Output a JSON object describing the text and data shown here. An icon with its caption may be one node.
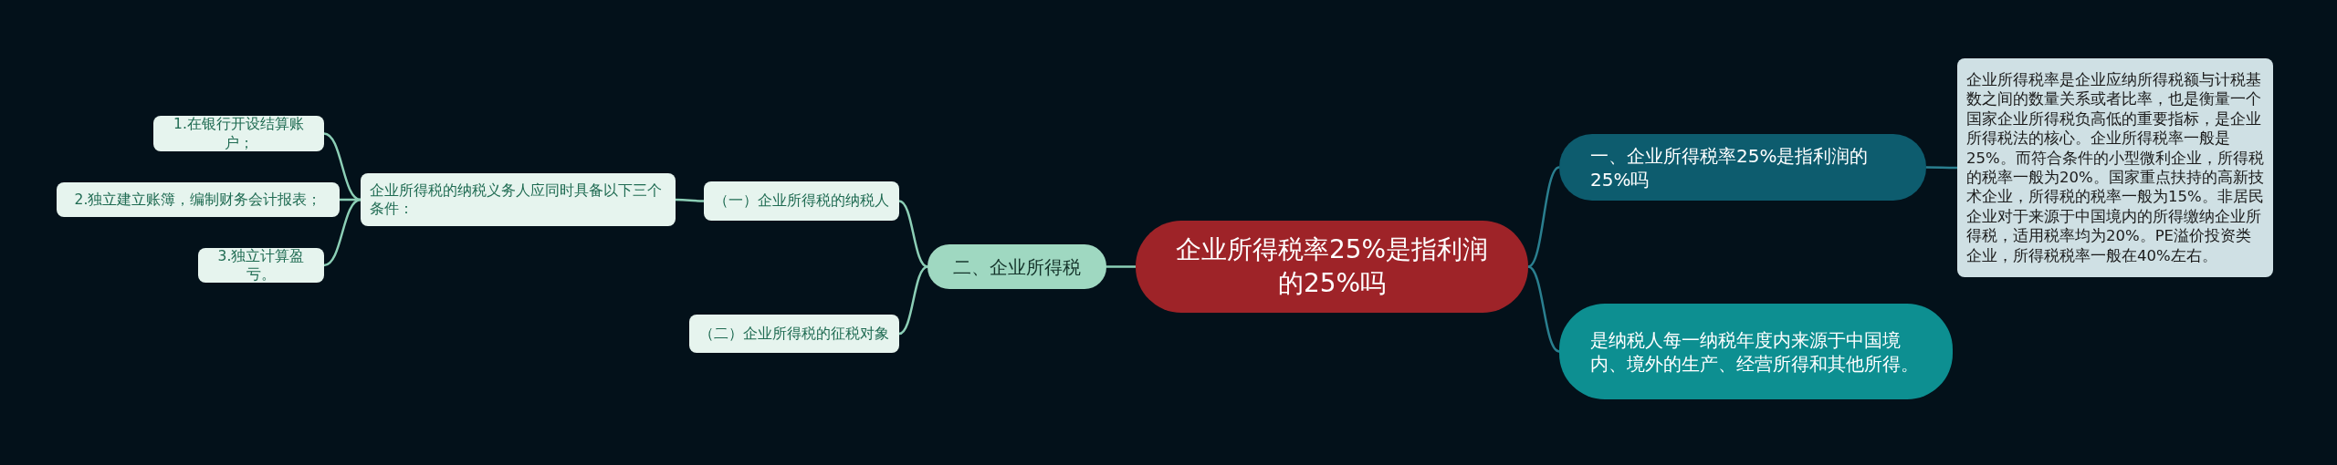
{
  "diagram": {
    "nodes": [
      {
        "text": [
          "企业所得税率25%是指利润的25%吗"
        ]
      },
      {
        "text": [
          "一、企业所得税率25%是指利润的25%吗"
        ]
      },
      {
        "text": [
          "企业所得税率是企业应纳所得税额与计税基数之间的数量关系或者比率，也是衡量一个国家企业所得税负高低的重要指标，是企业所得税法的核心。企业所得税率一般是25%。而符合条件的小型微利企业，所得税的税率一般为20%。国家重点扶持的高新技术企业，所得税的税率一般为15%。非居民企业对于来源于中国境内的所得缴纳企业所得税，适用税率均为20%。PE溢价投资类企业，所得税税率一般在40%左右。"
        ]
      },
      {
        "text": [
          "是纳税人每一纳税年度内来源于中国境内、境外的生产、经营所得和其他所得。"
        ]
      },
      {
        "text": [
          "二、企业所得税"
        ]
      },
      {
        "text": [
          "（一）企业所得税的纳税人"
        ]
      },
      {
        "text": [
          "（二）企业所得税的征税对象"
        ]
      },
      {
        "text": [
          "企业所得税的纳税义务人应同时具备以下三个条件："
        ]
      },
      {
        "text": [
          "1.在银行开设结算账户；"
        ]
      },
      {
        "text": [
          "2.独立建立账簿，编制财务会计报表；"
        ]
      },
      {
        "text": [
          "3.独立计算盈亏。"
        ]
      }
    ],
    "edges": [
      {
        "from": 0,
        "to": 1,
        "arrow": "none",
        "color": "#2a7f8f"
      },
      {
        "from": 1,
        "to": 2,
        "arrow": "none",
        "color": "#2a7f8f"
      },
      {
        "from": 0,
        "to": 3,
        "arrow": "none",
        "color": "#2a7f8f"
      },
      {
        "from": 0,
        "to": 4,
        "arrow": "none"
      },
      {
        "from": 4,
        "to": 5,
        "arrow": "none"
      },
      {
        "from": 4,
        "to": 6,
        "arrow": "none"
      },
      {
        "from": 5,
        "to": 7,
        "arrow": "none"
      },
      {
        "from": 7,
        "to": 8,
        "arrow": "none"
      },
      {
        "from": 7,
        "to": 9,
        "arrow": "none"
      },
      {
        "from": 7,
        "to": 10,
        "arrow": "none"
      }
    ]
  }
}
